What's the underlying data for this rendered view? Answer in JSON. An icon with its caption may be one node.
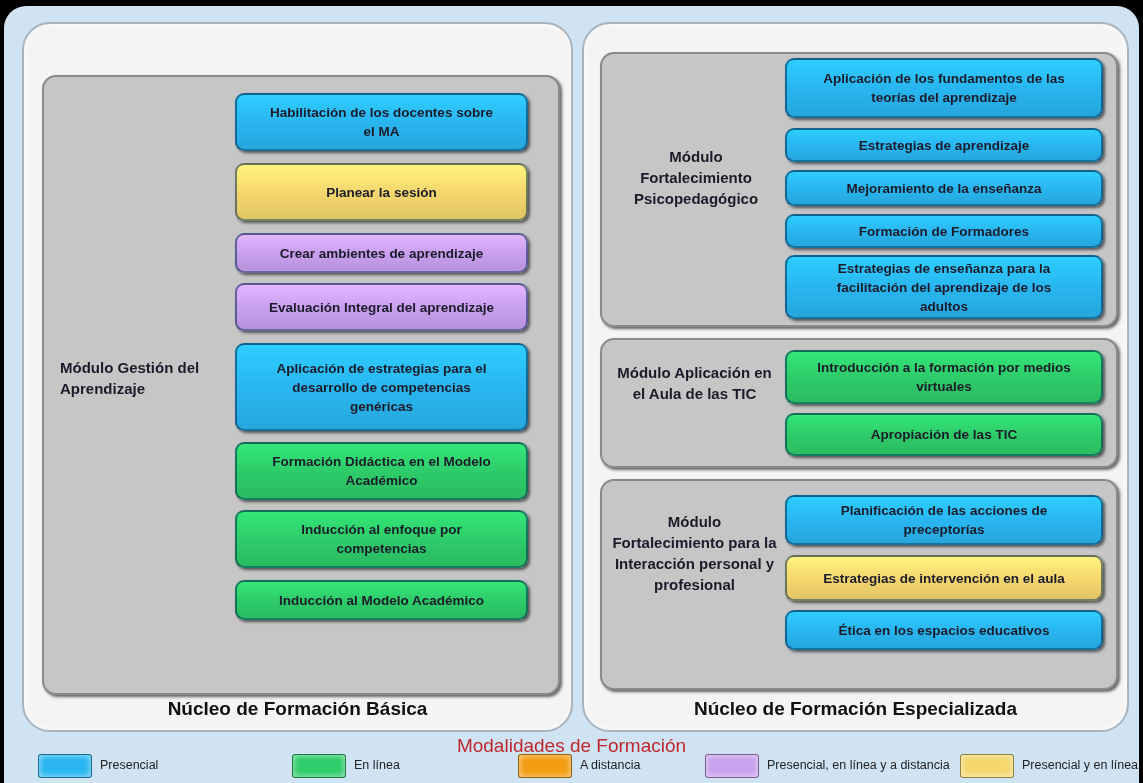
{
  "diagram": {
    "title": "Modalidades de Formación",
    "nodes": [
      {
        "text": [
          "Núcleo de Formación Básica"
        ]
      },
      {
        "text": [
          "Módulo Gestión del Aprendizaje"
        ],
        "in": 0
      },
      {
        "text": [
          "Habilitación de los docentes sobre el MA"
        ],
        "in": 1
      },
      {
        "text": [
          "Planear la sesión"
        ],
        "in": 1
      },
      {
        "text": [
          "Crear ambientes de aprendizaje"
        ],
        "in": 1
      },
      {
        "text": [
          "Evaluación Integral del aprendizaje"
        ],
        "in": 1
      },
      {
        "text": [
          "Aplicación de estrategias para el desarrollo de competencias genéricas"
        ],
        "in": 1
      },
      {
        "text": [
          "Formación Didáctica en el Modelo Académico"
        ],
        "in": 1
      },
      {
        "text": [
          "Inducción al enfoque por competencias"
        ],
        "in": 1
      },
      {
        "text": [
          "Inducción al Modelo Académico"
        ],
        "in": 1
      },
      {
        "text": [
          "Núcleo de Formación Especializada"
        ]
      },
      {
        "text": [
          "Módulo Fortalecimiento Psicopedagógico"
        ],
        "in": 10
      },
      {
        "text": [
          "Aplicación de los fundamentos de las teorías del aprendizaje"
        ],
        "in": 11
      },
      {
        "text": [
          "Estrategias de aprendizaje"
        ],
        "in": 11
      },
      {
        "text": [
          "Mejoramiento de la enseñanza"
        ],
        "in": 11
      },
      {
        "text": [
          "Formación de Formadores"
        ],
        "in": 11
      },
      {
        "text": [
          "Estrategias de enseñanza para la facilitación del aprendizaje de los adultos"
        ],
        "in": 11
      },
      {
        "text": [
          "Módulo Aplicación en el Aula de las TIC"
        ],
        "in": 10
      },
      {
        "text": [
          "Introducción a la formación por medios virtuales"
        ],
        "in": 17
      },
      {
        "text": [
          "Apropiación de las TIC"
        ],
        "in": 17
      },
      {
        "text": [
          "Módulo Fortalecimiento para la Interacción personal y profesional"
        ],
        "in": 10
      },
      {
        "text": [
          "Planificación de las acciones de preceptorías"
        ],
        "in": 20
      },
      {
        "text": [
          "Estrategias de intervención en el aula"
        ],
        "in": 20
      },
      {
        "text": [
          "Ética en los espacios educativos"
        ],
        "in": 20
      }
    ],
    "edges": [],
    "legend": [
      {
        "text": "Presencial",
        "color": "#29b6f0"
      },
      {
        "text": "En línea",
        "color": "#2ecc6a"
      },
      {
        "text": "A distancia",
        "color": "#f39c12"
      },
      {
        "text": "Presencial, en línea y a distancia",
        "color": "#c9a0ef"
      },
      {
        "text": "Presencial y en línea",
        "color": "#f5d76e"
      }
    ]
  }
}
